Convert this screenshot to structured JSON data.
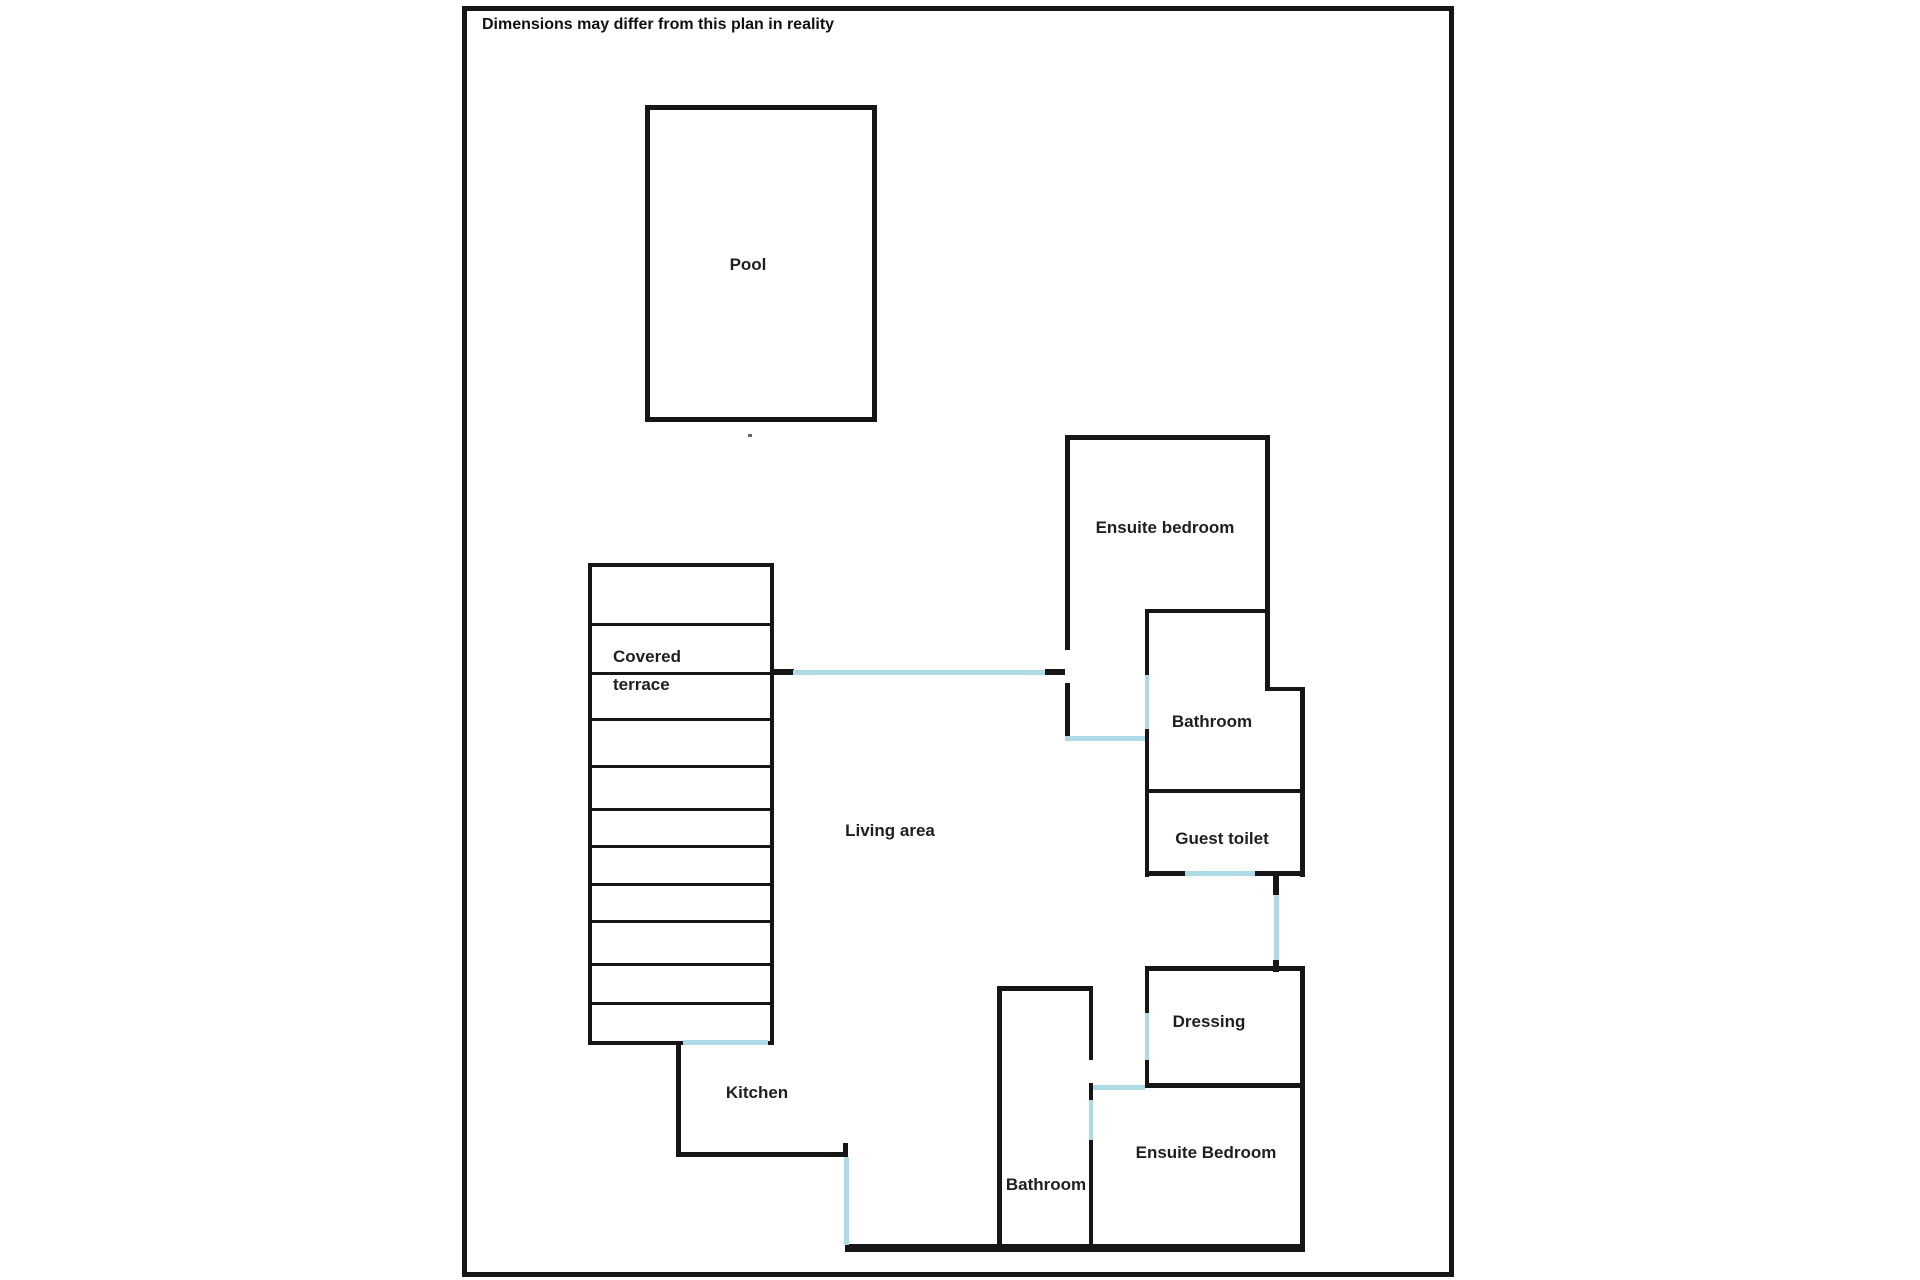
{
  "disclaimer": "Dimensions may differ from this plan in reality",
  "colors": {
    "wall": "#161616",
    "opening": "#aedae5",
    "background": "#ffffff",
    "text": "#1f1f1f"
  },
  "rooms": {
    "pool": {
      "label": "Pool"
    },
    "covered_terrace": {
      "line1": "Covered",
      "line2": "terrace"
    },
    "living_area": {
      "label": "Living area"
    },
    "kitchen": {
      "label": "Kitchen"
    },
    "ensuite_bedroom_top": {
      "label": "Ensuite bedroom"
    },
    "bathroom_top": {
      "label": "Bathroom"
    },
    "guest_toilet": {
      "label": "Guest toilet"
    },
    "dressing": {
      "label": "Dressing"
    },
    "bathroom_bottom": {
      "label": "Bathroom"
    },
    "ensuite_bedroom_bottom": {
      "label": "Ensuite Bedroom"
    }
  }
}
